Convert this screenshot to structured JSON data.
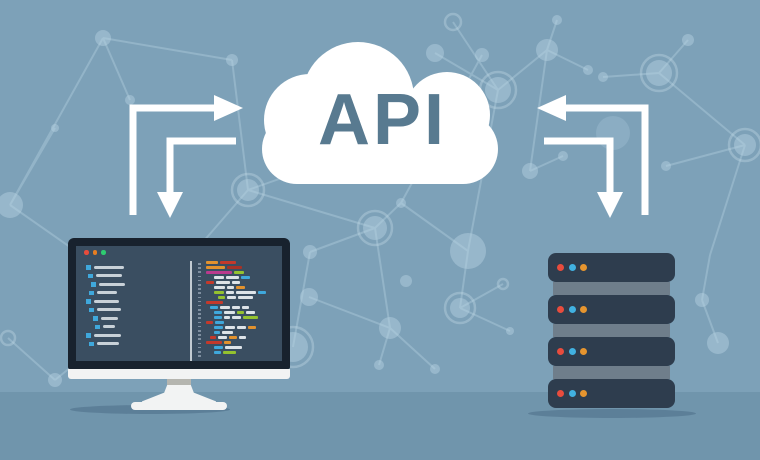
{
  "scene": {
    "description": "Flat illustration of an API cloud exchanging data between a client computer and a server stack",
    "background_color": "#7da1b8",
    "floor_color": "#7095ac",
    "pattern_color": "#b9d3e2"
  },
  "cloud": {
    "label": "API",
    "fill": "#ffffff",
    "label_color": "#587a90"
  },
  "arrows": {
    "color": "#ffffff",
    "items": [
      {
        "name": "client-to-api",
        "direction": "up-then-right"
      },
      {
        "name": "api-to-client",
        "direction": "left-then-down"
      },
      {
        "name": "server-to-api",
        "direction": "up-then-left"
      },
      {
        "name": "api-to-server",
        "direction": "right-then-down"
      }
    ]
  },
  "monitor": {
    "frame_color": "#18222e",
    "screen_color": "#3a4e61",
    "body_color": "#f2f3f3",
    "window_dots": [
      "#e74c3c",
      "#e67e22",
      "#2ecc71"
    ],
    "tree_icon_color": "#3fa8dc",
    "tree_bar_color": "#c8d1d8",
    "palette": {
      "orange": "#e2922e",
      "red": "#c4392b",
      "darkred": "#a73226",
      "magenta": "#ba3a8d",
      "green": "#94c22f",
      "blue": "#3fa8dc",
      "gray": "#dde3e8"
    },
    "tree_rows": [
      {
        "indent": 0,
        "width": 30
      },
      {
        "indent": 2,
        "width": 26
      },
      {
        "indent": 5,
        "width": 26
      },
      {
        "indent": 3,
        "width": 20
      },
      {
        "indent": 0,
        "width": 25
      },
      {
        "indent": 3,
        "width": 24
      },
      {
        "indent": 7,
        "width": 17
      },
      {
        "indent": 9,
        "width": 12
      },
      {
        "indent": 0,
        "width": 27
      },
      {
        "indent": 3,
        "width": 22
      }
    ],
    "code_lines": [
      {
        "indent": 0,
        "segs": [
          [
            "orange",
            12
          ],
          [
            "red",
            16
          ]
        ]
      },
      {
        "indent": 0,
        "segs": [
          [
            "orange",
            19
          ],
          [
            "darkred",
            15
          ]
        ]
      },
      {
        "indent": 0,
        "segs": [
          [
            "magenta",
            26
          ],
          [
            "green",
            10
          ]
        ]
      },
      {
        "indent": 8,
        "segs": [
          [
            "gray",
            10
          ],
          [
            "gray",
            13
          ],
          [
            "blue",
            9
          ]
        ]
      },
      {
        "indent": 0,
        "segs": [
          [
            "red",
            8
          ],
          [
            "gray",
            14
          ],
          [
            "gray",
            8
          ]
        ]
      },
      {
        "indent": 8,
        "segs": [
          [
            "gray",
            11
          ],
          [
            "gray",
            7
          ],
          [
            "orange",
            9
          ]
        ]
      },
      {
        "indent": 8,
        "segs": [
          [
            "green",
            10
          ],
          [
            "gray",
            8
          ],
          [
            "gray",
            20
          ],
          [
            "blue",
            8
          ]
        ]
      },
      {
        "indent": 12,
        "segs": [
          [
            "green",
            7
          ],
          [
            "gray",
            9
          ],
          [
            "gray",
            15
          ]
        ]
      },
      {
        "indent": 0,
        "segs": [
          [
            "red",
            17
          ]
        ]
      },
      {
        "indent": 4,
        "segs": [
          [
            "blue",
            8
          ],
          [
            "gray",
            10
          ],
          [
            "gray",
            8
          ],
          [
            "gray",
            7
          ]
        ]
      },
      {
        "indent": 8,
        "segs": [
          [
            "blue",
            8
          ],
          [
            "gray",
            11
          ],
          [
            "green",
            7
          ],
          [
            "gray",
            9
          ]
        ]
      },
      {
        "indent": 8,
        "segs": [
          [
            "blue",
            8
          ],
          [
            "gray",
            6
          ],
          [
            "gray",
            9
          ],
          [
            "green",
            15
          ]
        ]
      },
      {
        "indent": 0,
        "segs": [
          [
            "red",
            7
          ],
          [
            "blue",
            9
          ]
        ]
      },
      {
        "indent": 8,
        "segs": [
          [
            "blue",
            9
          ],
          [
            "gray",
            10
          ],
          [
            "gray",
            9
          ],
          [
            "orange",
            8
          ]
        ]
      },
      {
        "indent": 8,
        "segs": [
          [
            "blue",
            6
          ],
          [
            "gray",
            11
          ]
        ]
      },
      {
        "indent": 4,
        "segs": [
          [
            "red",
            6
          ],
          [
            "gray",
            9
          ],
          [
            "orange",
            8
          ],
          [
            "gray",
            7
          ]
        ]
      },
      {
        "indent": 0,
        "segs": [
          [
            "red",
            16
          ],
          [
            "orange",
            7
          ]
        ]
      },
      {
        "indent": 8,
        "segs": [
          [
            "blue",
            9
          ],
          [
            "gray",
            17
          ]
        ]
      },
      {
        "indent": 8,
        "segs": [
          [
            "blue",
            7
          ],
          [
            "green",
            13
          ]
        ]
      }
    ]
  },
  "server": {
    "unit_color": "#2e3d4e",
    "connector_color": "#6f7e8b",
    "unit_count": 4,
    "led_colors": [
      "#e84c3d",
      "#41b1e1",
      "#e6952f"
    ]
  }
}
